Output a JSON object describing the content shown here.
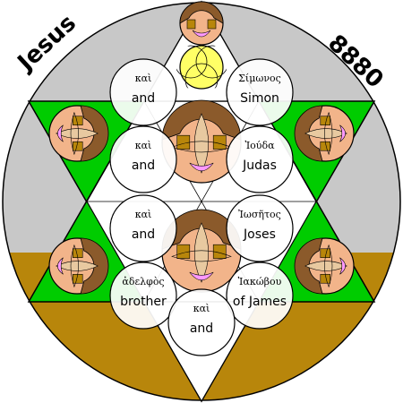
{
  "corner_left": "Jesus",
  "corner_right": "8880",
  "words": [
    {
      "greek": "καὶ",
      "english": "and"
    },
    {
      "greek": "Σίμωνος",
      "english": "Simon"
    },
    {
      "greek": "καὶ",
      "english": "and"
    },
    {
      "greek": "Ἰούδα",
      "english": "Judas"
    },
    {
      "greek": "καὶ",
      "english": "and"
    },
    {
      "greek": "Ἰωσῆτος",
      "english": "Joses"
    },
    {
      "greek": "ἀδελφὸς",
      "english": "brother"
    },
    {
      "greek": "Ἰακώβου",
      "english": "of James"
    },
    {
      "greek": "καὶ",
      "english": "and"
    }
  ],
  "colors": {
    "sky": "#c8c8c8",
    "ground": "#b8860b",
    "star_green": "#00cc00",
    "face_skin": "#f2b48a",
    "hair_brown": "#8b5a2b",
    "petal_yellow": "#ffff66",
    "petal_pink": "#ff99ff",
    "circle_fill": "#ffffff"
  }
}
